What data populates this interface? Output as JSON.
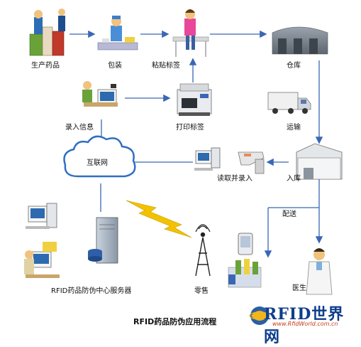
{
  "diagram": {
    "title": "RFID药品防伪应用流程",
    "nodes": {
      "production": "生产药品",
      "packaging": "包装",
      "labeling": "粘贴标签",
      "warehouse": "仓库",
      "print_label": "打印标签",
      "enter_info": "录入信息",
      "transport": "运输",
      "internet": "互联网",
      "read_enter": "读取并录入",
      "storage_in": "入库",
      "distribution": "配送",
      "server": "RFID药品防伪中心服务器",
      "retail": "零售",
      "doctor": "医生"
    }
  },
  "watermark": {
    "brand": "RFID世界网",
    "url": "www.RfidWorld.com.cn"
  },
  "colors": {
    "arrow": "#3a67b5",
    "cloud": "#2f6fc2",
    "lightning": "#f2c200",
    "brand": "#0e3d8c"
  }
}
